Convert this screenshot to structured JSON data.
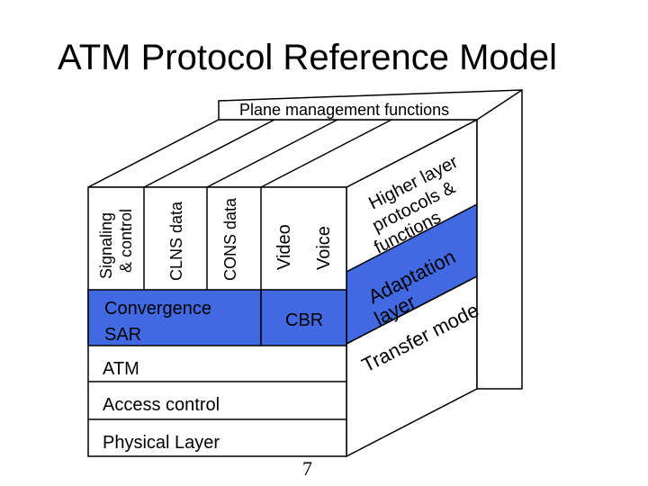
{
  "title": "ATM Protocol Reference Model",
  "plane_management": "Plane management functions",
  "columns": {
    "signaling_line1": "Signaling",
    "signaling_line2": "& control",
    "clns": "CLNS data",
    "cons": "CONS data",
    "video": "Video",
    "voice": "Voice"
  },
  "convergence": "Convergence",
  "sar": "SAR",
  "cbr": "CBR",
  "atm": "ATM",
  "access_control": "Access control",
  "physical_layer": "Physical Layer",
  "side_face": {
    "higher_layer": "Higher layer",
    "protocols": "protocols &",
    "functions": "functions",
    "adaptation": "Adaptation",
    "layer": "layer",
    "transfer_mode": "Transfer mode"
  },
  "page_number": "7",
  "colors": {
    "highlight": "#4169e1",
    "outline": "#000000",
    "background": "#ffffff"
  }
}
